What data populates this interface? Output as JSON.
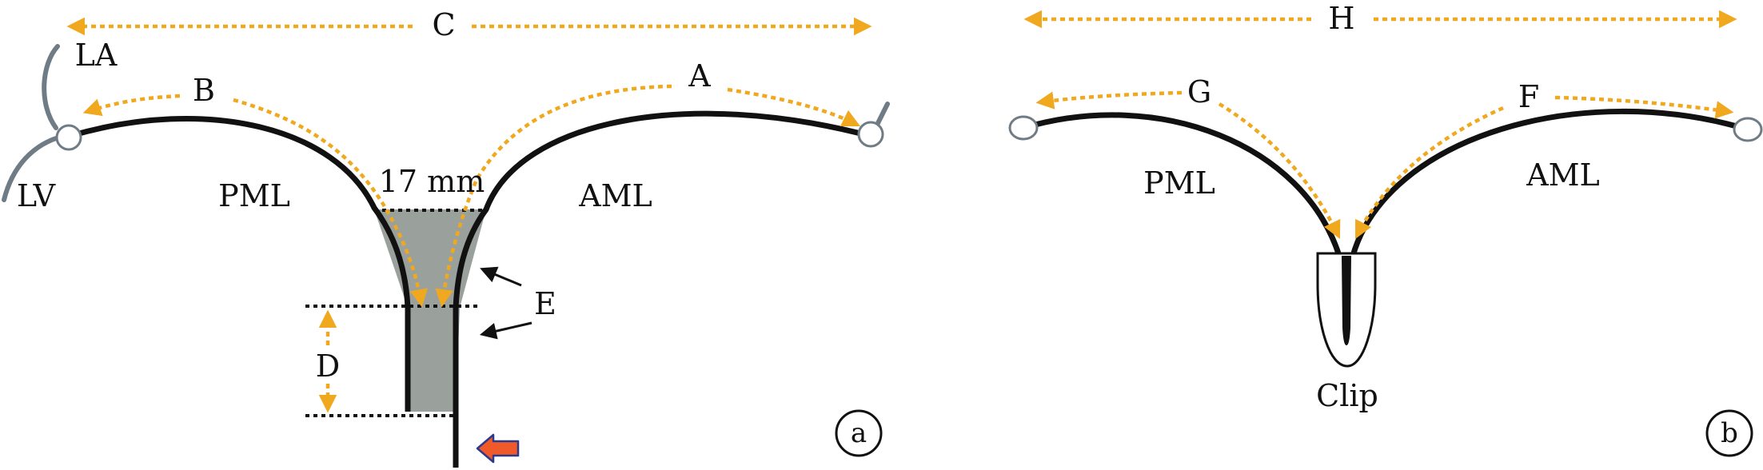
{
  "colors": {
    "leaflet": "#111111",
    "measure": "#f0a81e",
    "gray_fill": "#9aa19d",
    "annulus": "#707c85",
    "pointer": "#f05a2a",
    "pointer_stroke": "#2b3a8c"
  },
  "panel_a": {
    "label": "a",
    "measure_c": "C",
    "measure_a": "A",
    "measure_b": "B",
    "measure_d": "D",
    "label_e": "E",
    "la": "LA",
    "lv": "LV",
    "pml": "PML",
    "aml": "AML",
    "width_label": "17 mm"
  },
  "panel_b": {
    "label": "b",
    "measure_h": "H",
    "measure_g": "G",
    "measure_f": "F",
    "pml": "PML",
    "aml": "AML",
    "clip": "Clip"
  }
}
